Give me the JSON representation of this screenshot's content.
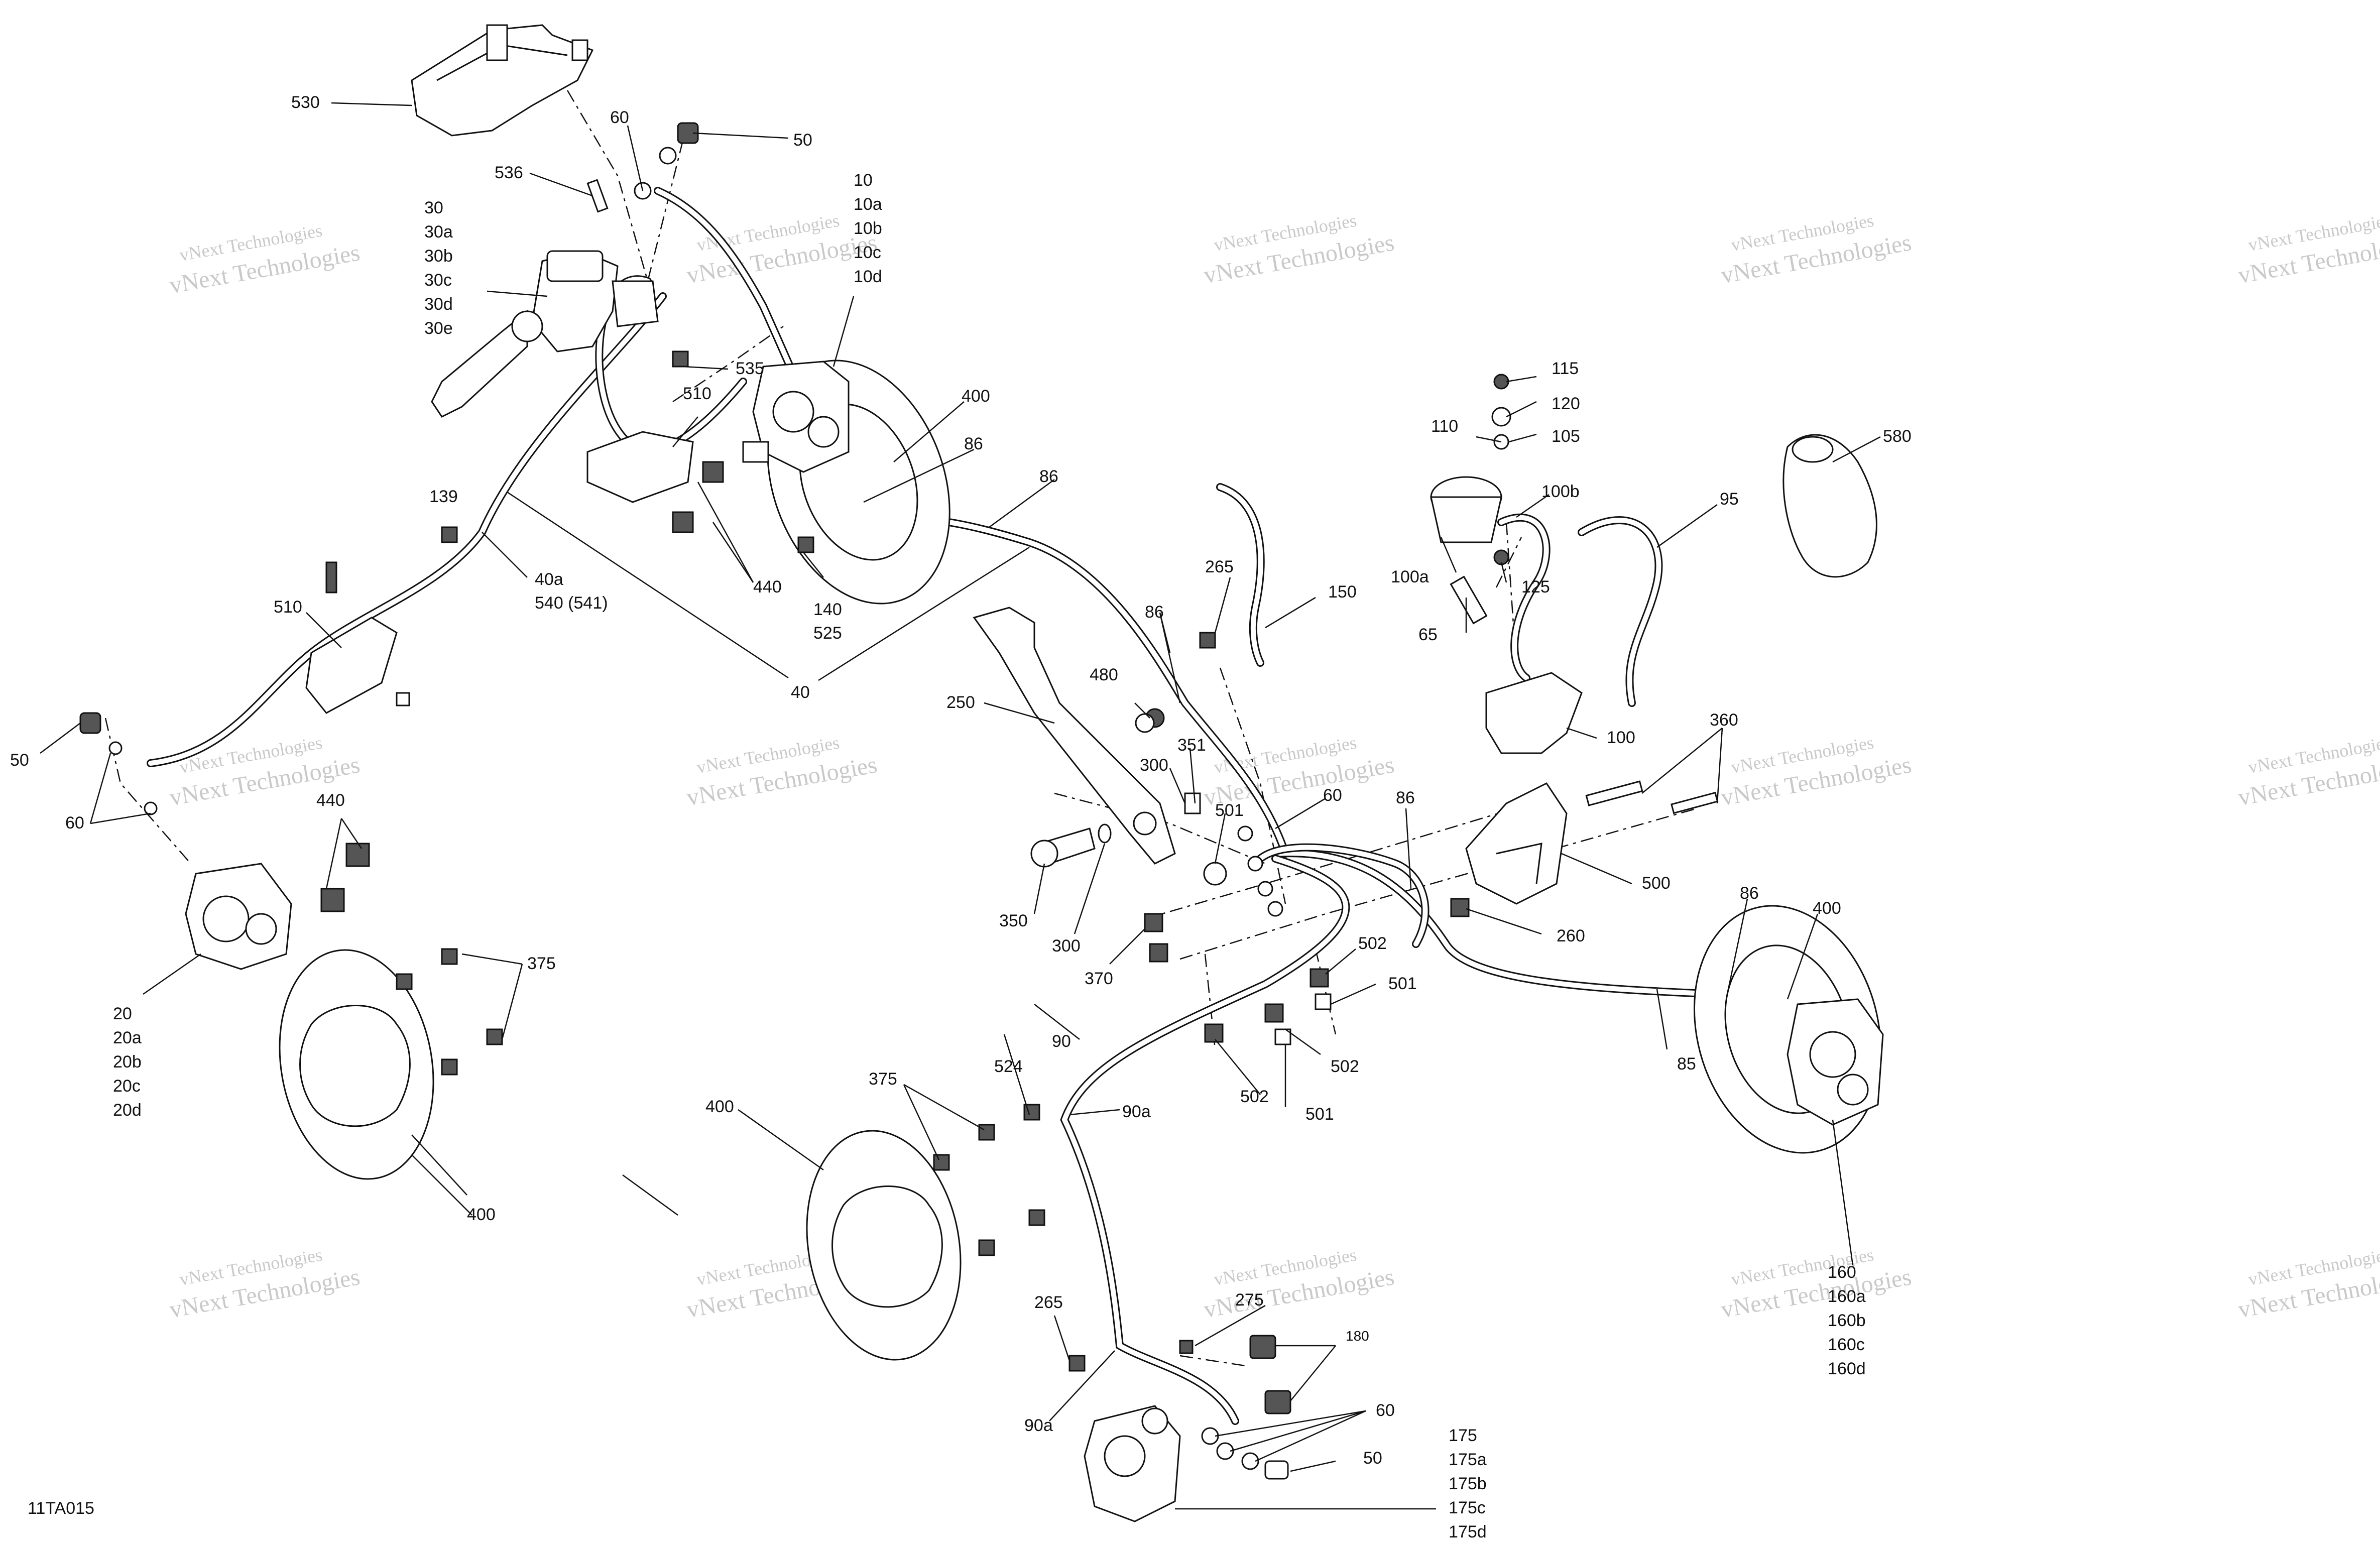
{
  "diagram_id": "11TA015",
  "watermark": {
    "line1": "vNext Technologies",
    "line2": "vNext Technologies"
  },
  "labels": {
    "l530": "530",
    "l60a": "60",
    "l50a": "50",
    "l536": "536",
    "l10": "10",
    "l10a": "10a",
    "l10b": "10b",
    "l10c": "10c",
    "l10d": "10d",
    "l30": "30",
    "l30a": "30a",
    "l30b": "30b",
    "l30c": "30c",
    "l30d": "30d",
    "l30e": "30e",
    "l535": "535",
    "l400a": "400",
    "l510a": "510",
    "l86a": "86",
    "l86b": "86",
    "l139": "139",
    "l40a": "40a",
    "l540": "540 (541)",
    "l440a": "440",
    "l140": "140",
    "l525": "525",
    "l40": "40",
    "l510b": "510",
    "l50b": "50",
    "l60b": "60",
    "l440b": "440",
    "l20": "20",
    "l20a": "20a",
    "l20b": "20b",
    "l20c": "20c",
    "l20d": "20d",
    "l375a": "375",
    "l400b": "400",
    "l115": "115",
    "l120": "120",
    "l110": "110",
    "l105": "105",
    "l580": "580",
    "l100b": "100b",
    "l95": "95",
    "l100a": "100a",
    "l125": "125",
    "l65": "65",
    "l100": "100",
    "l265a": "265",
    "l150": "150",
    "l86c": "86",
    "l480": "480",
    "l250": "250",
    "l351": "351",
    "l300a": "300",
    "l501a": "501",
    "l60c": "60",
    "l350": "350",
    "l300b": "300",
    "l370": "370",
    "l86d": "86",
    "l500": "500",
    "l360": "360",
    "l260": "260",
    "l502a": "502",
    "l501b": "501",
    "l502b": "502",
    "l502c": "502",
    "l501c": "501",
    "l86e": "86",
    "l400c": "400",
    "l85": "85",
    "l90": "90",
    "l524": "524",
    "l90a1": "90a",
    "l375b": "375",
    "l400d": "400",
    "l160": "160",
    "l160a": "160a",
    "l160b": "160b",
    "l160c": "160c",
    "l160d": "160d",
    "l265b": "265",
    "l275": "275",
    "l180": "180",
    "l90a2": "90a",
    "l60d": "60",
    "l50c": "50",
    "l175": "175",
    "l175a": "175a",
    "l175b": "175b",
    "l175c": "175c",
    "l175d": "175d"
  }
}
